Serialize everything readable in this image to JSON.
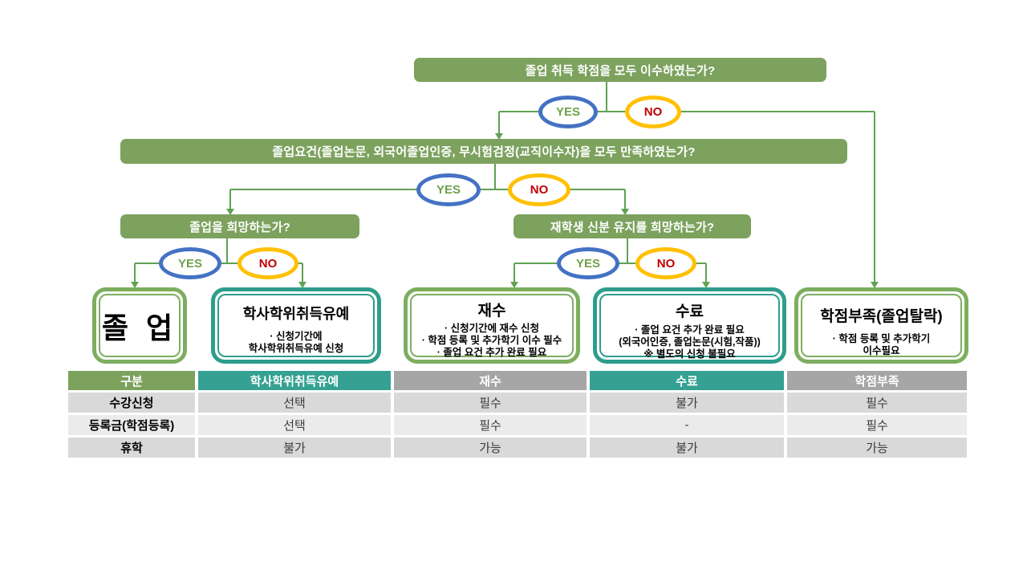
{
  "flowchart": {
    "questions": {
      "credits": "졸업 취득 학점을 모두 이수하였는가?",
      "requirements": "졸업요건(졸업논문, 외국어졸업인증, 무시험검정(교직이수자)을 모두 만족하였는가?",
      "wish_graduate": "졸업을 희망하는가?",
      "wish_enrolled": "재학생 신분 유지를 희망하는가?"
    },
    "decision_labels": {
      "yes": "YES",
      "no": "NO"
    },
    "results": {
      "graduation": {
        "title": "졸 업"
      },
      "deferment": {
        "title": "학사학위취득유예",
        "lines": [
          "·  신청기간에",
          "학사학위취득유예 신청"
        ]
      },
      "retake": {
        "title": "재수",
        "lines": [
          "· 신청기간에 재수 신청",
          "· 학점 등록 및 추가학기 이수 필수",
          "· 졸업 요건 추가 완료 필요"
        ]
      },
      "completion": {
        "title": "수료",
        "lines": [
          "· 졸업 요건 추가 완료 필요",
          "(외국어인증, 졸업논문(시험,작품))",
          "※ 별도의 신청 불필요"
        ]
      },
      "credit_shortage": {
        "title": "학점부족(졸업탈락)",
        "lines": [
          "· 학점 등록 및 추가학기",
          "이수필요"
        ]
      }
    }
  },
  "table": {
    "headers": [
      "구분",
      "학사학위취득유예",
      "재수",
      "수료",
      "학점부족"
    ],
    "rows": [
      {
        "label": "수강신청",
        "values": [
          "선택",
          "필수",
          "불가",
          "필수"
        ]
      },
      {
        "label": "등록금(학점등록)",
        "values": [
          "선택",
          "필수",
          "-",
          "필수"
        ]
      },
      {
        "label": "휴학",
        "values": [
          "불가",
          "가능",
          "불가",
          "가능"
        ]
      }
    ]
  },
  "colors": {
    "bar_green": "#7CA25E",
    "result_border_green": "#7DAE5F",
    "result_border_teal": "#2E9D8C",
    "header_teal": "#35A192",
    "header_gray": "#A6A6A6",
    "row_gray": "#D9D9D9",
    "row_light": "#EBEBEB",
    "yes_oval_border": "#4472C4",
    "yes_text": "#6FA04B",
    "no_oval_border": "#FFC000",
    "no_text": "#C00000",
    "connector": "#5FA254"
  }
}
